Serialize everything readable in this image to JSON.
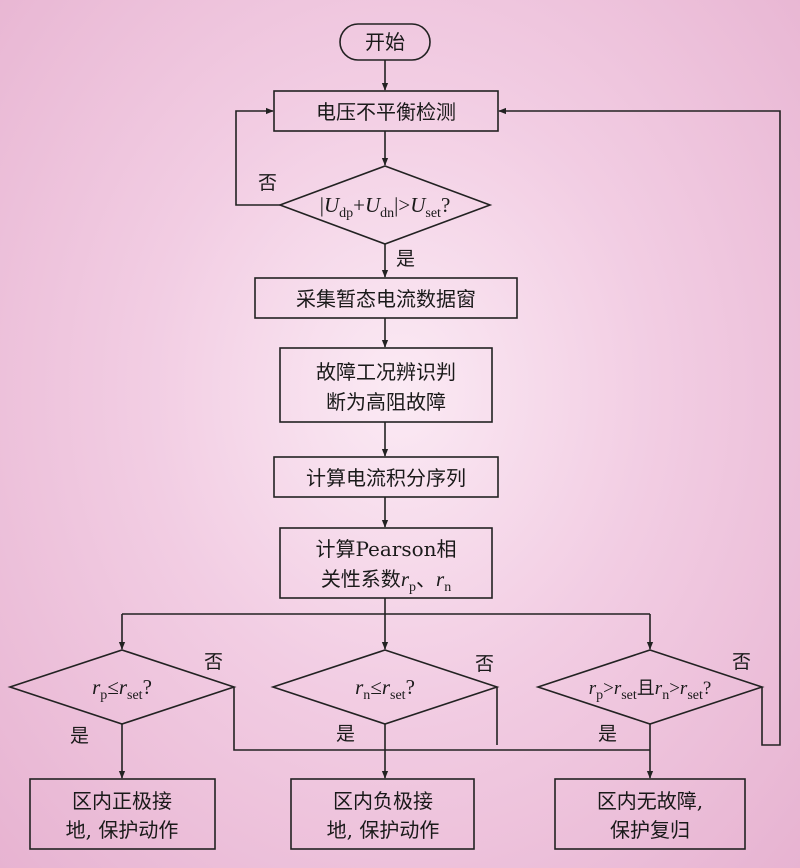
{
  "nodes": {
    "start": "开始",
    "detect": "电压不平衡检测",
    "cond_main": {
      "u1": "U",
      "u1_sub": "dp",
      "plus": "+",
      "u2": "U",
      "u2_sub": "dn",
      "gt": "|>",
      "u3": "U",
      "u3_sub": "set",
      "q": "?"
    },
    "collect": "采集暂态电流数据窗",
    "identify_line1": "故障工况辨识判",
    "identify_line2": "断为高阻故障",
    "integral": "计算电流积分序列",
    "pearson_line1": "计算Pearson相",
    "pearson_line2_text": "关性系数",
    "pearson_rp": "r",
    "pearson_rp_sub": "p",
    "pearson_sep": "、",
    "pearson_rn": "r",
    "pearson_rn_sub": "n",
    "cond_left": {
      "r": "r",
      "r_sub": "p",
      "op": "≤",
      "r2": "r",
      "r2_sub": "set",
      "q": "?"
    },
    "cond_mid": {
      "r": "r",
      "r_sub": "n",
      "op": "≤",
      "r2": "r",
      "r2_sub": "set",
      "q": "?"
    },
    "cond_right": {
      "r": "r",
      "r_sub": "p",
      "op1": ">",
      "r2": "r",
      "r2_sub": "set",
      "and": "且",
      "r3": "r",
      "r3_sub": "n",
      "op2": ">",
      "r4": "r",
      "r4_sub": "set",
      "q": "?"
    },
    "out_left_line1": "区内正极接",
    "out_left_line2": "地, 保护动作",
    "out_mid_line1": "区内负极接",
    "out_mid_line2": "地, 保护动作",
    "out_right_line1": "区内无故障,",
    "out_right_line2": "保护复归"
  },
  "labels": {
    "no": "否",
    "yes": "是"
  }
}
